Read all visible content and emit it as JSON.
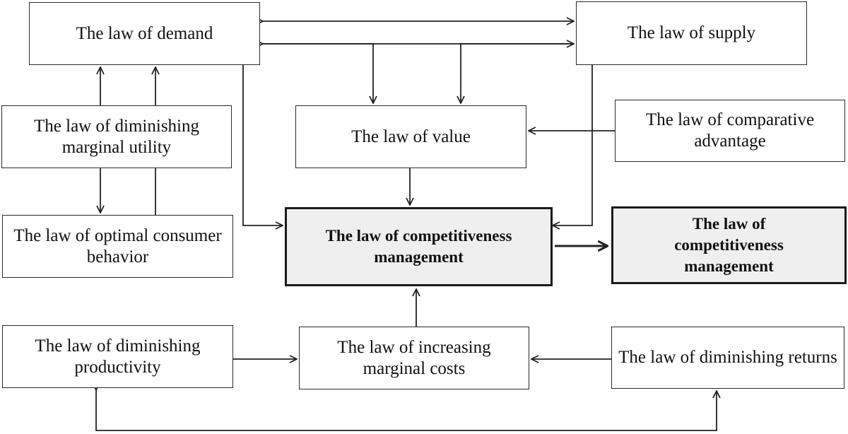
{
  "nodes": {
    "demand": "The law of demand",
    "supply": "The law of supply",
    "dim_marginal_utility": "The law of diminishing marginal utility",
    "value": "The law of value",
    "comparative_advantage": "The law of comparative advantage",
    "optimal_consumer_behavior": "The law of optimal consumer behavior",
    "competitiveness_management": "The law of competitiveness management",
    "competitiveness_management_result": "The law of competitiveness management",
    "dim_productivity": "The law of diminishing productivity",
    "increasing_marginal_costs": "The law of increasing marginal costs",
    "dim_returns": "The law of diminishing returns"
  },
  "colors": {
    "highlight_fill": "#efefef",
    "border": "#222222"
  }
}
